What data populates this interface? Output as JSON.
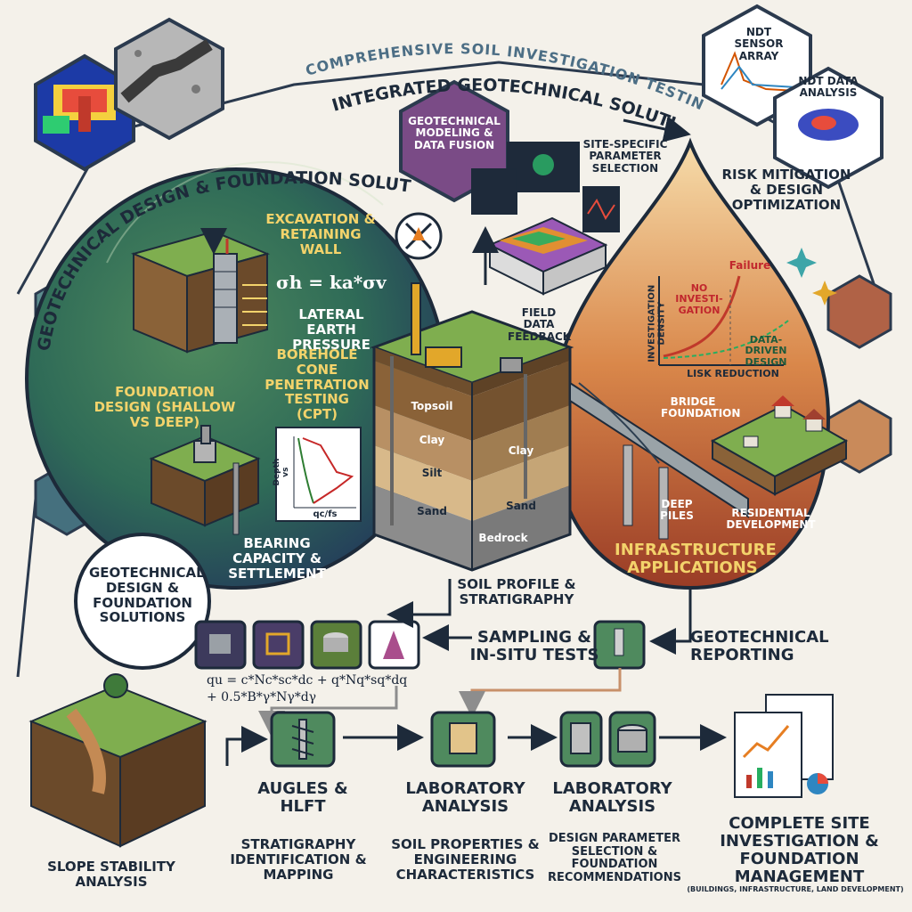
{
  "titles": {
    "top_arc": "COMPREHENSIVE SOIL INVESTIGATION TESTING ECOSYSTEM",
    "main_arc": "INTEGRATED GEOTECHNICAL SOLUTIONS",
    "left_arc": "GEOTECHNICAL DESIGN & FOUNDATION SOLUTIONS"
  },
  "hex_labels": {
    "modeling": "GEOTECHNICAL MODELING & DATA FUSION",
    "ndt_sensor": "NDT SENSOR ARRAY",
    "ndt_analysis": "NDT DATA ANALYSIS"
  },
  "left_panel": {
    "excavation": "EXCAVATION & RETAINING WALL",
    "lateral_formula": "σh = ka*σv",
    "lateral": "LATERAL EARTH PRESSURE",
    "borehole": "BOREHOLE CONE PENETRATION TESTING (CPT)",
    "foundation": "FOUNDATION DESIGN (SHALLOW vs DEEP)",
    "bearing": "BEARING CAPACITY & SETTLEMENT",
    "cpt_ylabel": "Depth vs",
    "cpt_xlabel": "qc/fs"
  },
  "center": {
    "site_specific": "SITE-SPECIFIC PARAMETER SELECTION",
    "field_feedback": "FIELD DATA FEEDBACK",
    "layers": [
      "Topsoil",
      "Clay",
      "Silt",
      "Sand",
      "Bedrock"
    ],
    "layers_right": [
      "Clay",
      "Sand"
    ],
    "soil_profile": "SOIL PROFILE & STRATIGRAPHY"
  },
  "right_panel": {
    "risk": "RISK MITIGATION & DESIGN OPTIMIZATION",
    "chart_ylabel": "INVESTIGATION DENSITY",
    "chart_xlabel": "LISK REDUCTION",
    "failure": "Failure",
    "no_investigation": "NO INVESTI-GATION",
    "data_driven": "DATA-DRIVEN DESIGN",
    "bridge": "BRIDGE FOUNDATION",
    "piles": "DEEP PILES",
    "residential": "RESIDENTIAL DEVELOPMENT",
    "infra": "INFRASTRUCTURE APPLICATIONS"
  },
  "middle_row": {
    "geo_circle": "GEOTECHNICAL DESIGN & FOUNDATION SOLUTIONS",
    "sampling": "SAMPLING & IN-SITU TESTS",
    "reporting": "GEOTECHNICAL REPORTING",
    "formula_line1": "qu = c*Nc*sc*dc + q*Nq*sq*dq",
    "formula_line2": "+ 0.5*B*γ*Nγ*dγ"
  },
  "bottom_row": {
    "slope": "SLOPE STABILITY ANALYSIS",
    "augles": "AUGLES & HLFT",
    "strat": "STRATIGRAPHY IDENTIFICATION & MAPPING",
    "lab1": "LABORATORY ANALYSIS",
    "soilprops": "SOIL PROPERTIES & ENGINEERING CHARACTERISTICS",
    "lab2": "LABORATORY ANALYSIS",
    "design_param": "DESIGN PARAMETER SELECTION & FOUNDATION RECOMMENDATIONS",
    "complete": "COMPLETE SITE INVESTIGATION & FOUNDATION MANAGEMENT",
    "complete_sub": "(BUILDINGS, INFRASTRUCTURE, LAND DEVELOPMENT)"
  },
  "colors": {
    "green_circle": "#2f6b57",
    "teardrop_top": "#f1c98c",
    "teardrop_bottom": "#a84a2c",
    "navy": "#1d2a3a",
    "label_yellow": "#f3d36b",
    "hex_purple": "#6b3d7a"
  }
}
